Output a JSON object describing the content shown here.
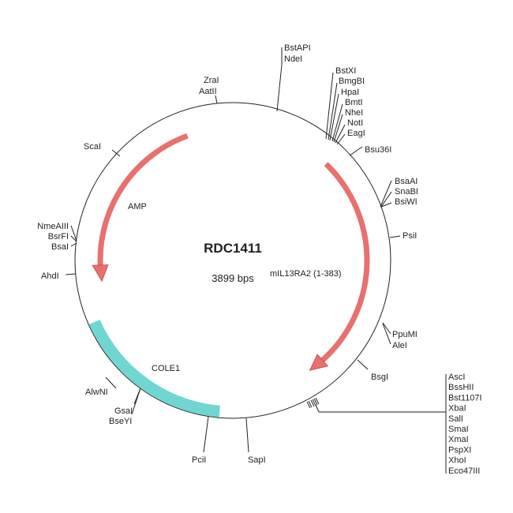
{
  "plasmid": {
    "name": "RDC1411",
    "size": "3899 bps"
  },
  "features": [
    {
      "name": "AMP",
      "color": "#e8706f"
    },
    {
      "name": "mIL13RA2 (1-383)",
      "color": "#e8706f"
    },
    {
      "name": "COLE1",
      "color": "#6fd6d2"
    }
  ],
  "sites": {
    "top": [
      "BstAPI",
      "NdeI"
    ],
    "cluster1": [
      "BstXI",
      "BmgBI",
      "HpaI",
      "BmtI",
      "NheI",
      "NotI",
      "EagI"
    ],
    "bsu": "Bsu36I",
    "cluster2": [
      "BsaAI",
      "SnaBI",
      "BsiWI"
    ],
    "psi": "PsiI",
    "cluster3": [
      "PpuMI",
      "AleI"
    ],
    "bsg": "BsgI",
    "mcs": [
      "AscI",
      "BssHII",
      "Bst1107I",
      "XbaI",
      "SalI",
      "SmaI",
      "XmaI",
      "PspXI",
      "XhoI",
      "Eco47III"
    ],
    "sap": "SapI",
    "pci": "PciI",
    "gsa": [
      "GsaI",
      "BseYI"
    ],
    "alwn": "AlwNI",
    "ahd": "AhdI",
    "left": [
      "NmeAIII",
      "BsrFI",
      "BsaI"
    ],
    "sca": "ScaI",
    "zra": [
      "ZraI",
      "AatII"
    ]
  }
}
